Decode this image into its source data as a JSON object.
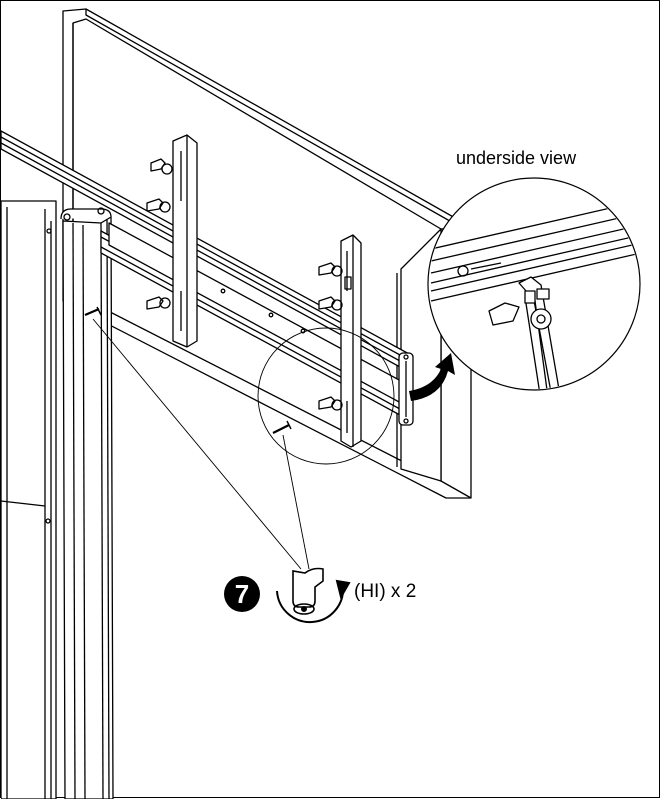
{
  "callout": {
    "label": "underside view"
  },
  "step": {
    "number": "7",
    "quantity_label": "(HI) x 2"
  },
  "colors": {
    "line": "#000000",
    "background": "#ffffff",
    "arrow": "#000000"
  },
  "icons": [
    "screwdriver-rotate-icon",
    "curved-arrow-icon",
    "screw-icon"
  ]
}
